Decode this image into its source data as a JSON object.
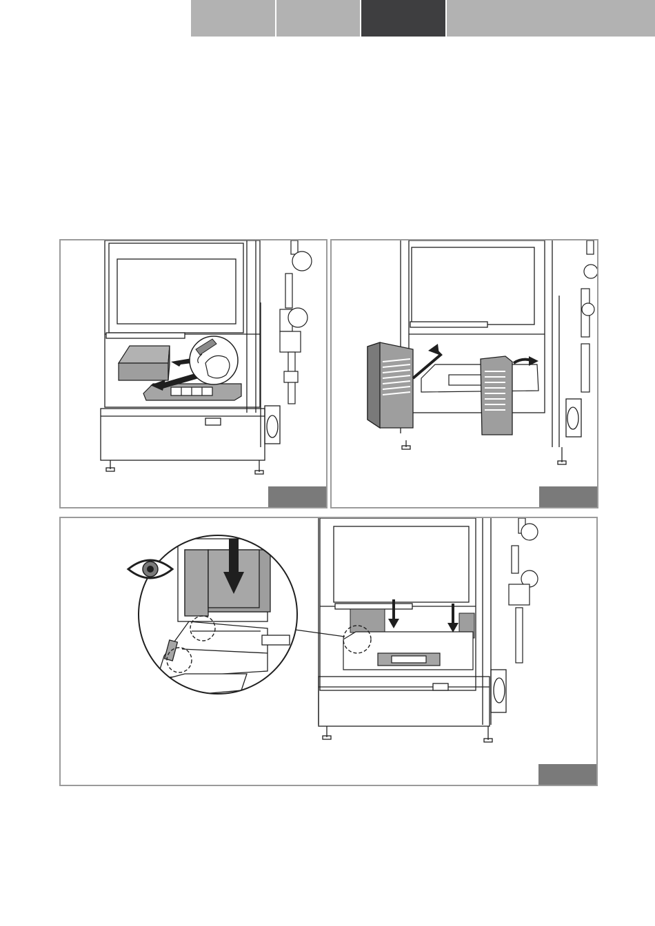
{
  "header_tabs": [
    {
      "name": "tab-1",
      "active": false
    },
    {
      "name": "tab-2",
      "active": false
    },
    {
      "name": "tab-3",
      "active": true
    },
    {
      "name": "tab-4",
      "active": false
    }
  ],
  "figures": [
    {
      "id": "figure-remove-ash-tray",
      "label": ""
    },
    {
      "id": "figure-remove-side-panels",
      "label": ""
    },
    {
      "id": "figure-insert-panels-detail",
      "label": ""
    }
  ],
  "colors": {
    "tab_inactive": "#b2b2b2",
    "tab_active": "#3e3e40",
    "panel_border": "#9a9a9a",
    "label_bg": "#7a7a7a",
    "line": "#1f1f1f",
    "gray_part": "#9e9e9e"
  },
  "icons": [
    "eye-icon",
    "arrow-icon",
    "hand-icon",
    "magnifier-circle-icon"
  ]
}
